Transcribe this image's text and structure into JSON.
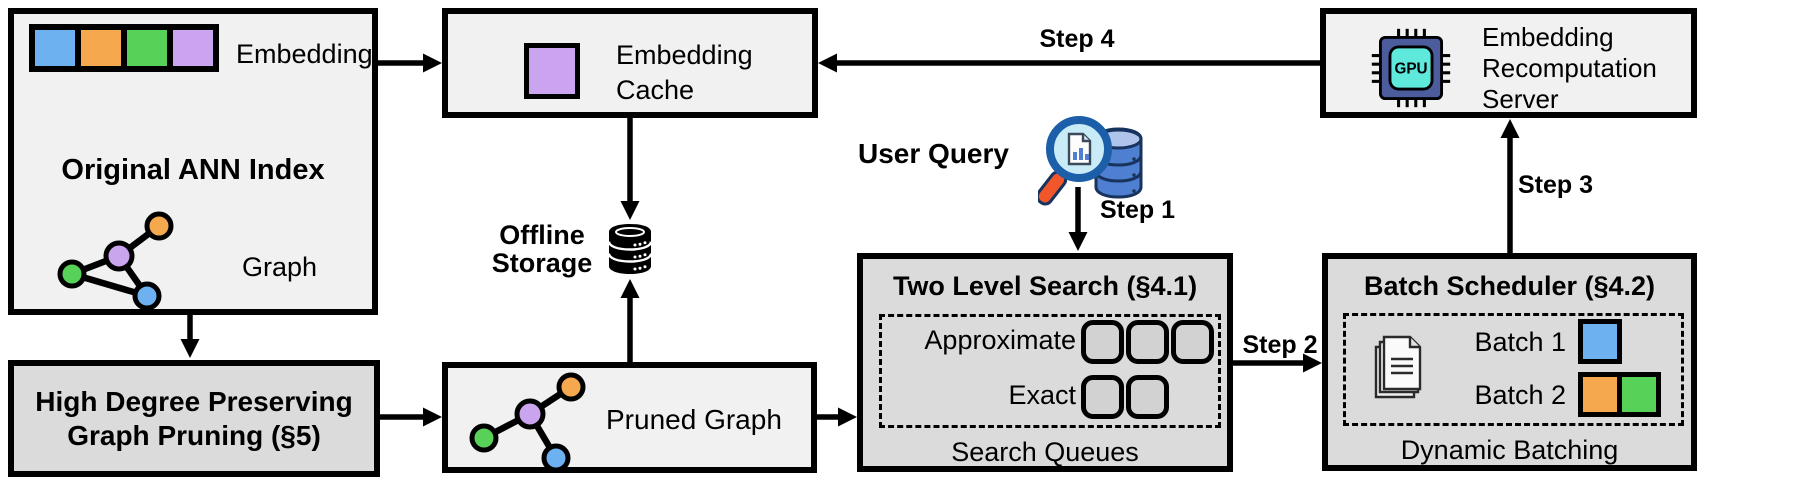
{
  "palette": {
    "blue": "#6EB1F1",
    "orange": "#F6A84E",
    "green": "#57D157",
    "purple": "#CBA4EF",
    "box_light": "#F1F1F1",
    "box_gray": "#DBDBDB",
    "slot_gray": "#D2D2D2"
  },
  "ann_index": {
    "title": "Original ANN Index",
    "embedding_label": "Embedding",
    "embedding_cells": [
      "blue",
      "orange",
      "green",
      "purple"
    ],
    "graph_label": "Graph"
  },
  "embedding_cache": {
    "label": "Embedding Cache"
  },
  "offline_storage": {
    "label": "Offline Storage"
  },
  "user_query": {
    "label": "User Query"
  },
  "steps": {
    "step1": "Step 1",
    "step2": "Step 2",
    "step3": "Step 3",
    "step4": "Step 4"
  },
  "two_level_search": {
    "title": "Two Level Search (§4.1)",
    "rows": [
      {
        "label": "Approximate",
        "slot_count": 3
      },
      {
        "label": "Exact",
        "slot_count": 2
      }
    ],
    "caption": "Search Queues"
  },
  "batch_scheduler": {
    "title": "Batch Scheduler (§4.2)",
    "batches": [
      {
        "label": "Batch 1",
        "cells": [
          "blue"
        ]
      },
      {
        "label": "Batch 2",
        "cells": [
          "orange",
          "green"
        ]
      }
    ],
    "caption": "Dynamic Batching"
  },
  "graph_pruning": {
    "title": "High Degree Preserving Graph Pruning (§5)"
  },
  "pruned_graph": {
    "label": "Pruned Graph"
  },
  "recomputation_server": {
    "label": "Embedding Recomputation Server",
    "chip_label": "GPU"
  }
}
